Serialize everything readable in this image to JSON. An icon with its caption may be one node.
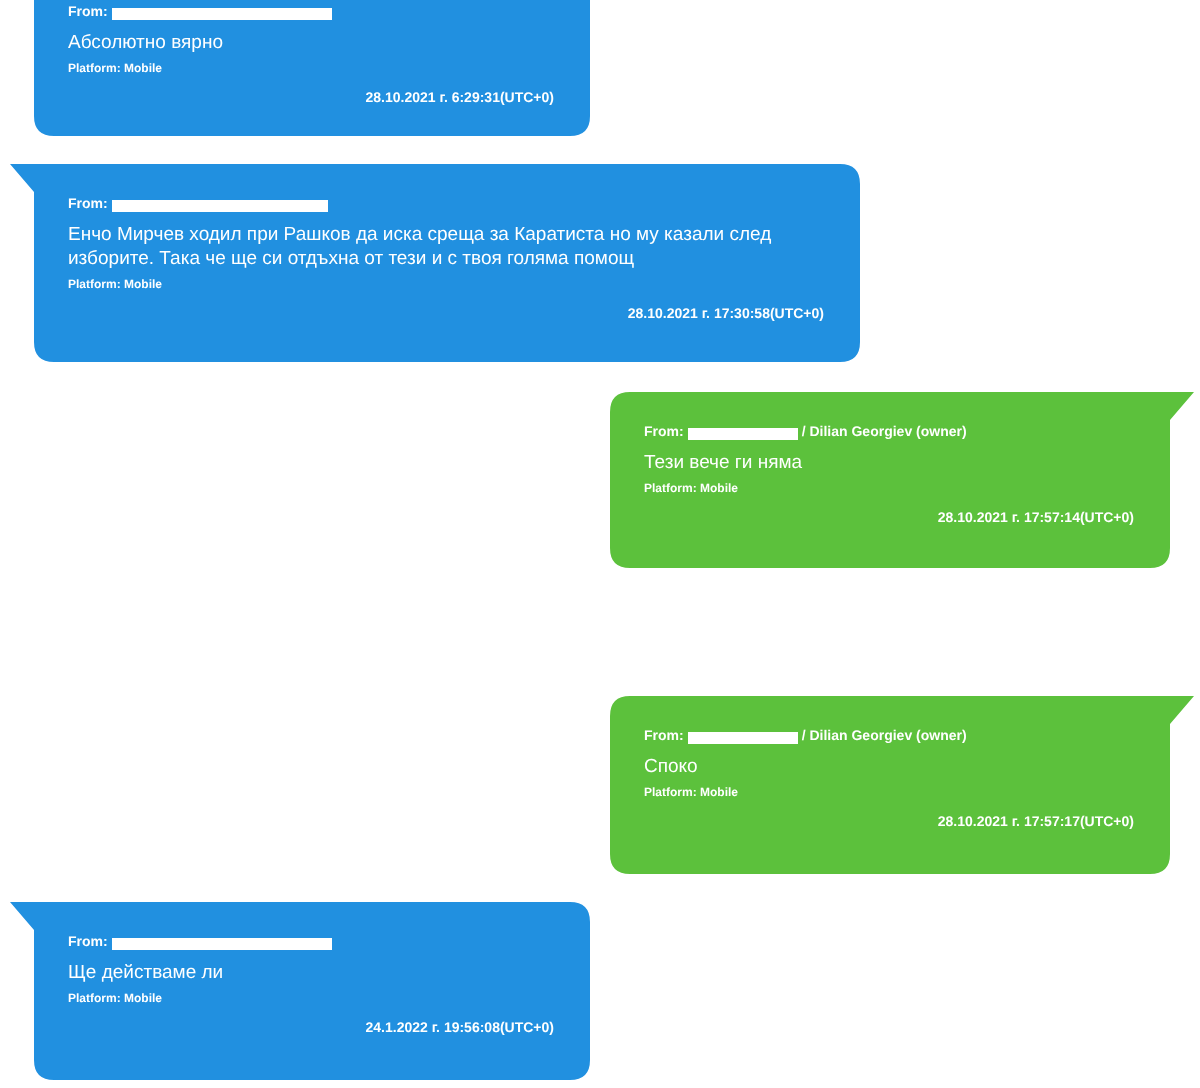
{
  "diagram": {
    "nodes": [
      {
        "text": [
          "From:",
          "Абсолютно вярно",
          "Platform: Mobile",
          "28.10.2021 г. 6:29:31(UTC+0)"
        ]
      },
      {
        "text": [
          "From:",
          "Енчо Мирчев ходил при Рашков да иска среща за Каратиста но му казали след изборите. Така че ще си отдъхна от тези и с твоя голяма помощ",
          "Platform: Mobile",
          "28.10.2021 г. 17:30:58(UTC+0)"
        ]
      },
      {
        "text": [
          "From:",
          "/ Dilian Georgiev (owner)",
          "Тези вече ги няма",
          "Platform: Mobile",
          "28.10.2021 г. 17:57:14(UTC+0)"
        ]
      },
      {
        "text": [
          "From:",
          "/ Dilian Georgiev (owner)",
          "Споко",
          "Platform: Mobile",
          "28.10.2021 г. 17:57:17(UTC+0)"
        ]
      },
      {
        "text": [
          "From:",
          "Ще действаме ли",
          "Platform: Mobile",
          "24.1.2022 г. 19:56:08(UTC+0)"
        ]
      }
    ]
  }
}
